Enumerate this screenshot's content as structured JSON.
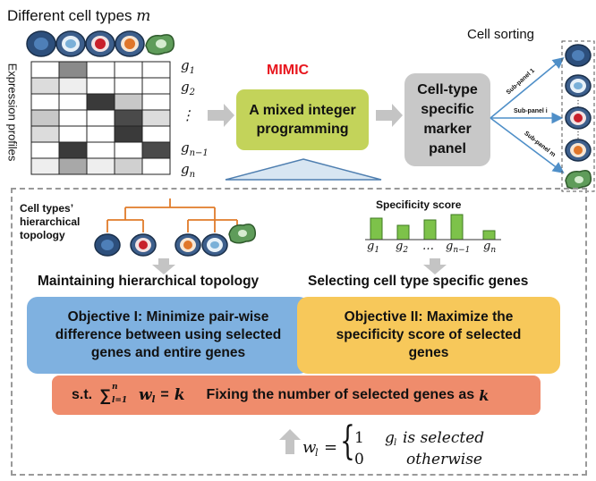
{
  "top": {
    "cell_types_label": "Different cell types",
    "cell_types_var": "m",
    "expression_label": "Expression profiles",
    "gene_labels": [
      "g",
      "g",
      "⋮",
      "g",
      "g"
    ],
    "gene_subs": [
      "1",
      "2",
      "",
      "n−1",
      "n"
    ],
    "mimic_label": "MIMIC",
    "mip_label": "A mixed integer programming",
    "panel_label": "Cell-type specific marker panel",
    "sorting_label": "Cell sorting",
    "subpanel_labels": [
      "Sub-panel 1",
      "Sub-panel i",
      "Sub-panel m"
    ]
  },
  "bottom": {
    "topology_label": "Cell types’ hierarchical topology",
    "specificity_label": "Specificity score",
    "score_labels": [
      "g",
      "g",
      "…",
      "g",
      "g"
    ],
    "score_subs": [
      "1",
      "2",
      "",
      "n−1",
      "n"
    ],
    "maintain_label": "Maintaining hierarchical topology",
    "select_label": "Selecting cell type specific genes",
    "objective1": "Objective I: Minimize  pair-wise difference between using selected genes and entire genes",
    "objective2": "Objective II: Maximize the specificity score of selected genes",
    "constraint_st": "s.t.",
    "constraint_sum": "∑",
    "constraint_eq": "w",
    "constraint_text": "Fixing the number of selected genes as",
    "constraint_k": "k",
    "w_def": "w",
    "w_case1_val": "1",
    "w_case1_text": "g",
    "w_case1_suffix": "is selected",
    "w_case0_val": "0",
    "w_case0_text": "otherwise"
  },
  "colors": {
    "mimic_red": "#e8161e",
    "mip_green": "#c3d35a",
    "panel_gray": "#c8c8c8",
    "obj1_blue": "#7fb1e0",
    "obj2_yellow": "#f7c85a",
    "constraint_salmon": "#ef8c6c",
    "bar_green": "#7dc24a",
    "tree_orange": "#e07b2a"
  }
}
